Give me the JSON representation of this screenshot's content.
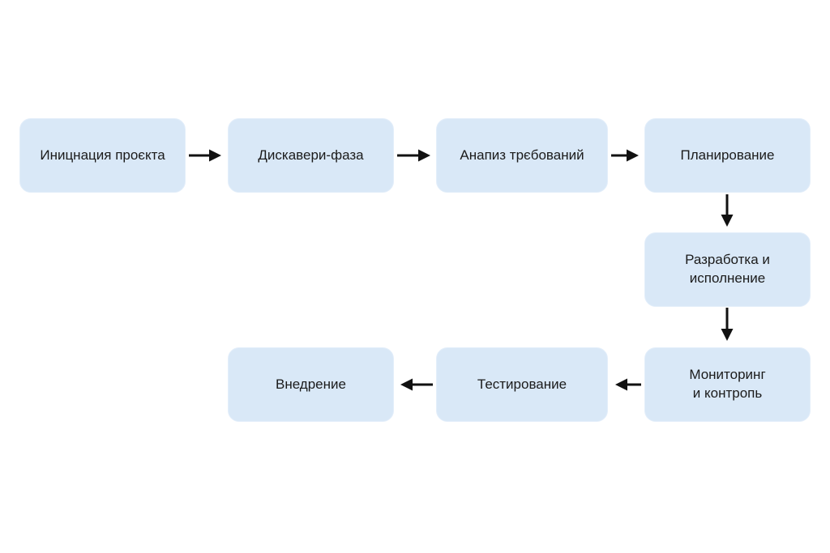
{
  "diagram": {
    "type": "flowchart",
    "colors": {
      "background": "#ffffff",
      "node_fill": "#d9e8f7",
      "node_border": "#e3eefa",
      "arrow": "#111111",
      "text": "#1b1b1b"
    },
    "nodes": [
      {
        "id": "project-initiation",
        "label": "Иницнация проєкта",
        "lines": [
          "Иницнация проєкта"
        ]
      },
      {
        "id": "discovery-phase",
        "label": "Дискавери-фаза",
        "lines": [
          "Дискавери-фаза"
        ]
      },
      {
        "id": "requirements-analysis",
        "label": "Анапиз трєбований",
        "lines": [
          "Анапиз трєбований"
        ]
      },
      {
        "id": "planning",
        "label": "Планирование",
        "lines": [
          "Планирование"
        ]
      },
      {
        "id": "development-and-execution",
        "label": "Разработка и исполнение",
        "lines": [
          "Разработка и",
          "исполнение"
        ]
      },
      {
        "id": "monitoring-and-control",
        "label": "Мониторинг и контропь",
        "lines": [
          "Мониторинг",
          "и контропь"
        ]
      },
      {
        "id": "testing",
        "label": "Тестирование",
        "lines": [
          "Тестирование"
        ]
      },
      {
        "id": "implementation",
        "label": "Внедрение",
        "lines": [
          "Внедрение"
        ]
      }
    ],
    "edges": [
      {
        "from": "project-initiation",
        "to": "discovery-phase",
        "direction": "right"
      },
      {
        "from": "discovery-phase",
        "to": "requirements-analysis",
        "direction": "right"
      },
      {
        "from": "requirements-analysis",
        "to": "planning",
        "direction": "right"
      },
      {
        "from": "planning",
        "to": "development-and-execution",
        "direction": "down"
      },
      {
        "from": "development-and-execution",
        "to": "monitoring-and-control",
        "direction": "down"
      },
      {
        "from": "monitoring-and-control",
        "to": "testing",
        "direction": "left"
      },
      {
        "from": "testing",
        "to": "implementation",
        "direction": "left"
      }
    ]
  }
}
